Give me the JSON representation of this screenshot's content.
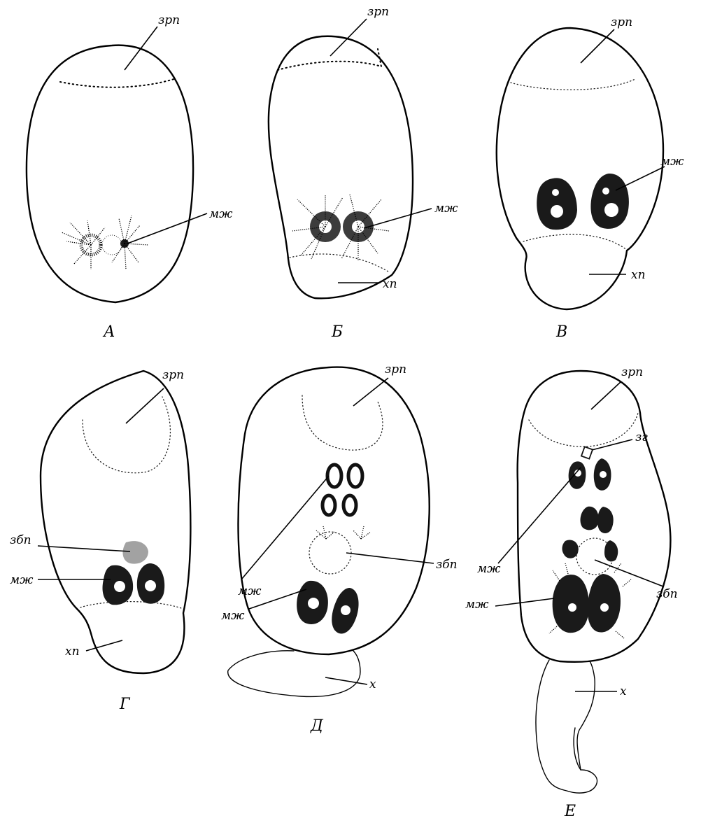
{
  "labels": {
    "zrp": "зрп",
    "mzh": "мж",
    "khp": "хп",
    "zbp": "збп",
    "zg": "зг",
    "kh": "х"
  },
  "panels": {
    "A": "А",
    "B": "Б",
    "V": "В",
    "G": "Г",
    "D": "Д",
    "E": "Е"
  }
}
